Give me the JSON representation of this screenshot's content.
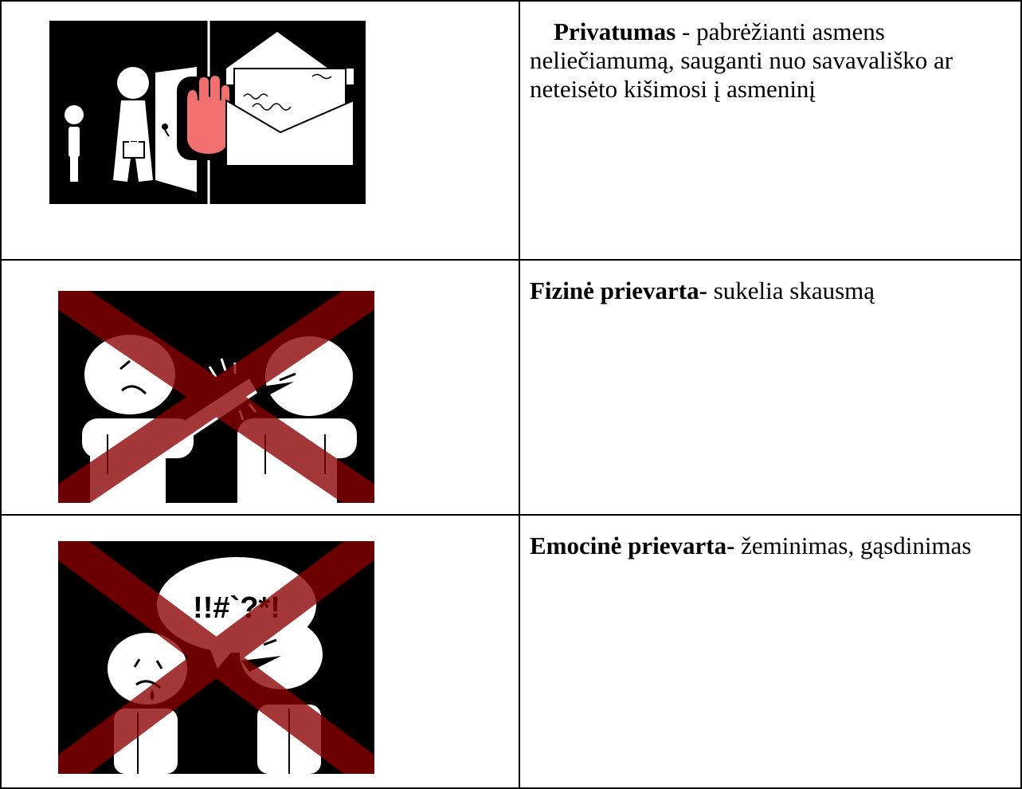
{
  "rows": [
    {
      "term": "Privatumas",
      "separator": " - ",
      "definition": "pabrėžianti asmens neliečiamumą, sauganti nuo savavališko ar neteisėto kišimosi į asmeninį",
      "pictogram": "privacy-pictogram"
    },
    {
      "term": "Fizinė prievarta-",
      "separator": " ",
      "definition": "sukelia skausmą",
      "pictogram": "physical-violence-pictogram"
    },
    {
      "term": "Emocinė prievarta-",
      "separator": " ",
      "definition": "žeminimas, gąsdinimas",
      "pictogram": "emotional-violence-pictogram"
    }
  ],
  "speech_bubble_text": "!!#`?*!",
  "colors": {
    "border": "#000000",
    "cross": "#8b0000",
    "stop_hand": "#f07070"
  }
}
